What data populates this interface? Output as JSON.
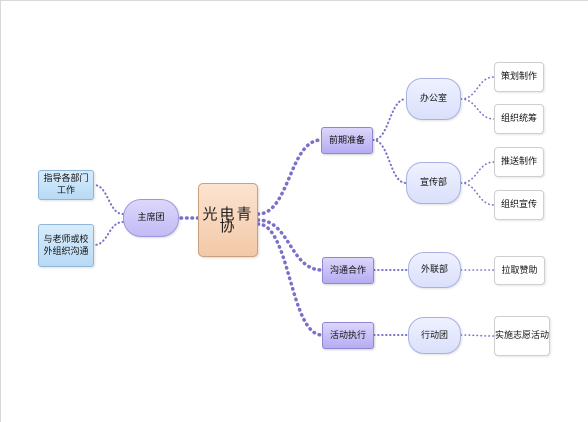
{
  "diagram": {
    "center": "光电青协",
    "left_root": "主席团",
    "left_children": [
      "指导各部门工作",
      "与老师或校外组织沟通"
    ],
    "branches": [
      {
        "label": "前期准备",
        "groups": [
          {
            "label": "办公室",
            "items": [
              "策划制作",
              "组织统筹"
            ]
          },
          {
            "label": "宣传部",
            "items": [
              "推送制作",
              "组织宣传"
            ]
          }
        ]
      },
      {
        "label": "沟通合作",
        "groups": [
          {
            "label": "外联部",
            "items": [
              "拉取赞助"
            ]
          }
        ]
      },
      {
        "label": "活动执行",
        "groups": [
          {
            "label": "行动团",
            "items": [
              "实施志愿活动"
            ]
          }
        ]
      }
    ]
  },
  "colors": {
    "connector": "#7a72c8",
    "center_fill": "#f6d3b8",
    "branch_fill": "#c9c2f7",
    "left_fill": "#c8e2f8"
  }
}
